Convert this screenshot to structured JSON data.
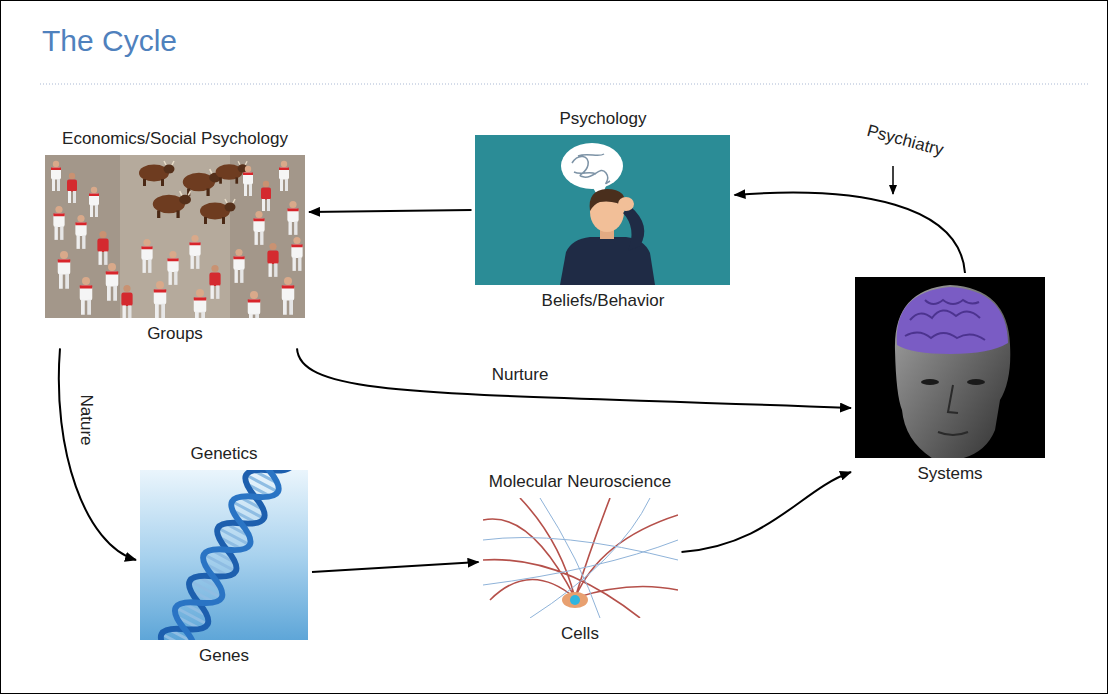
{
  "diagram": {
    "title": "The Cycle",
    "nodes": [
      {
        "text": [
          "Economics/Social Psychology",
          "Groups"
        ]
      },
      {
        "text": [
          "Psychology",
          "Beliefs/Behavior"
        ]
      },
      {
        "text": [
          "Systems"
        ]
      },
      {
        "text": [
          "Genetics",
          "Genes"
        ]
      },
      {
        "text": [
          "Molecular Neuroscience",
          "Cells"
        ]
      }
    ],
    "edges": [
      {
        "from": 1,
        "to": 0,
        "arrow": "to"
      },
      {
        "from": 2,
        "to": 1,
        "arrow": "to"
      },
      {
        "from": 0,
        "to": 3,
        "arrow": "to",
        "label": "Nature"
      },
      {
        "from": 0,
        "to": 2,
        "arrow": "to",
        "label": "Nurture"
      },
      {
        "from": 3,
        "to": 4,
        "arrow": "to"
      },
      {
        "from": 4,
        "to": 2,
        "arrow": "to"
      }
    ],
    "labels": [
      "Psychiatry"
    ]
  }
}
